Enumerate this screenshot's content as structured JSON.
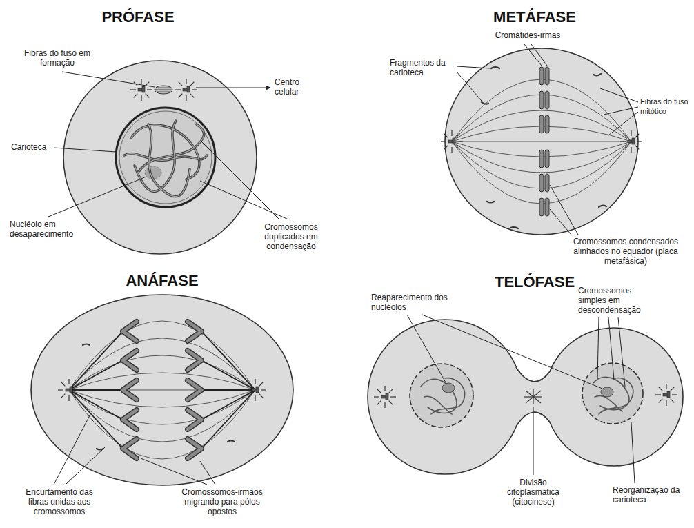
{
  "diagram": {
    "labels": [
      "PRÓFASE",
      "Fibras do fuso em formação",
      "Centro celular",
      "Carioteca",
      "Nucléolo em desaparecimento",
      "Cromossomos duplicados em condensação",
      "METÁFASE",
      "Cromátides-irmãs",
      "Fragmentos da carioteca",
      "Fibras do fuso mitótico",
      "Cromossomos condensados alinhados no equador (placa metafásica)",
      "ANÁFASE",
      "Encurtamento das fibras unidas aos cromossomos",
      "Cromossomos-irmãos migrando para pólos opostos",
      "TELÓFASE",
      "Reaparecimento dos nucléolos",
      "Cromossomos simples em descondensação",
      "Divisão citoplasmática (citocinese)",
      "Reorganização da carioteca"
    ]
  }
}
